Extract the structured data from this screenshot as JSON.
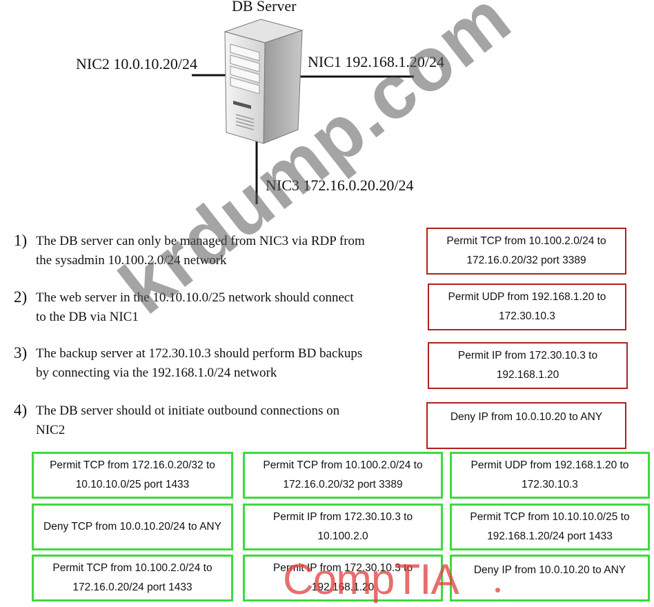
{
  "diagram": {
    "title": "DB Server",
    "nic2": "NIC2 10.0.10.20/24",
    "nic1": "NIC1 192.168.1.20/24",
    "nic3": "NIC3 172.16.0.20.20/24"
  },
  "requirements": [
    {
      "num": "1)",
      "text": "The DB server can only be managed from NIC3 via RDP from the sysadmin 10.100.2.0/24 network"
    },
    {
      "num": "2)",
      "text": "The web server in the 10.10.10.0/25 network should connect to the DB via NIC1"
    },
    {
      "num": "3)",
      "text": "The backup server at 172.30.10.3 should perform BD backups by connecting via the 192.168.1.0/24 network"
    },
    {
      "num": "4)",
      "text": "The DB server should ot initiate outbound connections on NIC2"
    }
  ],
  "target_boxes": [
    "Permit TCP from 10.100.2.0/24 to 172.16.0.20/32 port 3389",
    "Permit UDP from 192.168.1.20 to 172.30.10.3",
    "Permit IP from 172.30.10.3 to 192.168.1.20",
    "Deny IP from 10.0.10.20 to ANY"
  ],
  "option_boxes": [
    "Permit TCP from 172.16.0.20/32 to 10.10.10.0/25 port 1433",
    "Permit TCP from 10.100.2.0/24 to 172.16.0.20/32 port 3389",
    "Permit UDP from 192.168.1.20 to 172.30.10.3",
    "Deny TCP from 10.0.10.20/24 to ANY",
    "Permit IP from 172.30.10.3 to 10.100.2.0",
    "Permit TCP from 10.10.10.0/25 to 192.168.1.20/24   port 1433",
    "Permit TCP from 10.100.2.0/24 to 172.16.0.20/24 port 1433",
    "Permit IP from 172.30.10.3 to 192.168.1.20",
    "Deny IP from 10.0.10.20 to ANY"
  ],
  "watermark": "krdump.com",
  "logo_text": "CompTIA",
  "colors": {
    "target_border": "#b01f1f",
    "option_border": "#3ed93e",
    "logo": "#e23c3c"
  }
}
